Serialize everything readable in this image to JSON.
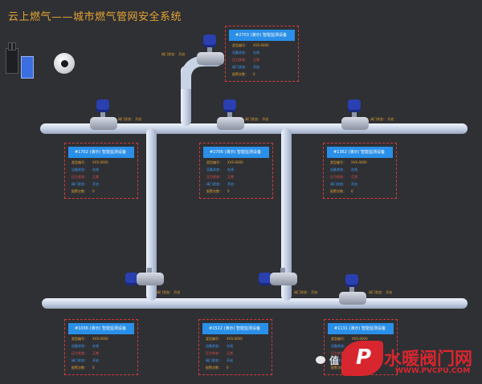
{
  "title": "云上燃气——城市燃气管网安全系统",
  "valve_status_label": "阀门状态：",
  "valve_status_value": "开启",
  "panels": [
    {
      "head": "#2703 (演示) 智能监测设备",
      "rows": [
        [
          "类型编号：",
          "XVS-0000"
        ],
        [
          "设备状态：",
          "在线"
        ],
        [
          "压力状态：",
          "正常"
        ],
        [
          "阀门状态：",
          "开启"
        ],
        [
          "报警次数：",
          "0"
        ]
      ]
    },
    {
      "head": "#1702 (演示) 智能监测设备",
      "rows": [
        [
          "类型编号：",
          "XVS-0000"
        ],
        [
          "设备状态：",
          "在线"
        ],
        [
          "压力状态：",
          "正常"
        ],
        [
          "阀门状态：",
          "开启"
        ],
        [
          "报警次数：",
          "0"
        ]
      ]
    },
    {
      "head": "#2706 (演示) 智能监测设备",
      "rows": [
        [
          "类型编号：",
          "XVS-0000"
        ],
        [
          "设备状态：",
          "在线"
        ],
        [
          "压力状态：",
          "正常"
        ],
        [
          "阀门状态：",
          "开启"
        ],
        [
          "报警次数：",
          "0"
        ]
      ]
    },
    {
      "head": "#1362 (演示) 智能监测设备",
      "rows": [
        [
          "类型编号：",
          "XVS-0000"
        ],
        [
          "设备状态：",
          "在线"
        ],
        [
          "压力状态：",
          "正常"
        ],
        [
          "阀门状态：",
          "开启"
        ],
        [
          "报警次数：",
          "0"
        ]
      ]
    },
    {
      "head": "#1036 (演示) 智能监测设备",
      "rows": [
        [
          "类型编号：",
          "XVS-0000"
        ],
        [
          "设备状态：",
          "在线"
        ],
        [
          "压力状态：",
          "正常"
        ],
        [
          "阀门状态：",
          "开启"
        ],
        [
          "报警次数：",
          "0"
        ]
      ]
    },
    {
      "head": "#1522 (演示) 智能监测设备",
      "rows": [
        [
          "类型编号：",
          "XVS-0000"
        ],
        [
          "设备状态：",
          "在线"
        ],
        [
          "压力状态：",
          "正常"
        ],
        [
          "阀门状态：",
          "开启"
        ],
        [
          "报警次数：",
          "0"
        ]
      ]
    },
    {
      "head": "#1131 (演示) 智能监测设备",
      "rows": [
        [
          "类型编号：",
          "XVS-0000"
        ],
        [
          "设备状态：",
          "在线"
        ],
        [
          "压力状态：",
          "正常"
        ],
        [
          "阀门状态：",
          "开启"
        ],
        [
          "报警次数：",
          "0"
        ]
      ]
    }
  ],
  "row_colors": [
    "#e3a332",
    "#3fa0ff",
    "#e35050",
    "#3fa0ff",
    "#e3a332"
  ],
  "watermark": {
    "text": "水暖阀门网",
    "url": "WWW.PVCPU.COM",
    "badge": "P",
    "wechat_prefix": "值"
  },
  "colors": {
    "background": "#2f3034",
    "accent": "#e3a332",
    "panel_head": "#2a8fe8",
    "border": "#d23b3b"
  }
}
